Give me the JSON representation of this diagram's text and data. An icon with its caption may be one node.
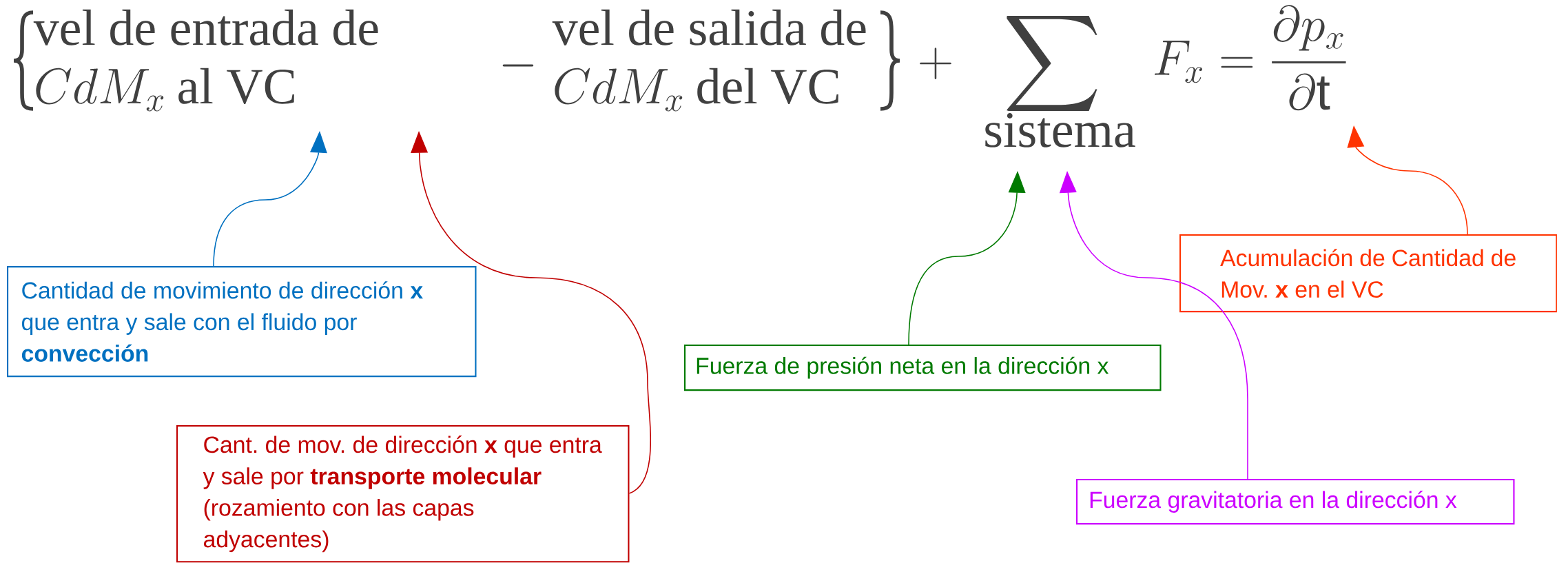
{
  "diagram": {
    "nodes": [
      {
        "text": [
          "Cantidad de movimiento de dirección **x** que entra y sale con el fluido por **convección**"
        ]
      },
      {
        "text": [
          "Cant. de mov. de dirección **x** que entra y sale por **transporte molecular** (rozamiento con las capas adyacentes)"
        ]
      },
      {
        "text": [
          "Fuerza de presión neta en la dirección x"
        ]
      },
      {
        "text": [
          "Fuerza gravitatoria en la dirección x"
        ]
      },
      {
        "text": [
          "Acumulación de Cantidad de Mov. **x** en el VC"
        ]
      }
    ],
    "edges": [
      {
        "from": 0,
        "to": null,
        "arrow": "to",
        "color": "#0070c0"
      },
      {
        "from": 1,
        "to": null,
        "arrow": "to",
        "color": "#c00000"
      },
      {
        "from": 2,
        "to": null,
        "arrow": "to",
        "color": "#007a00"
      },
      {
        "from": 3,
        "to": null,
        "arrow": "to",
        "color": "#cc00ff"
      },
      {
        "from": 4,
        "to": null,
        "arrow": "to",
        "color": "#ff3300"
      }
    ],
    "labels": [
      "vel de entrada de",
      "CdM_x",
      "al VC",
      "-",
      "vel de salida de",
      "CdM_x",
      "del VC",
      "+",
      "\\sum",
      "sistema",
      "F_x = \\frac{\\partial p_x}{\\partial \\mathrm{t}}"
    ]
  }
}
